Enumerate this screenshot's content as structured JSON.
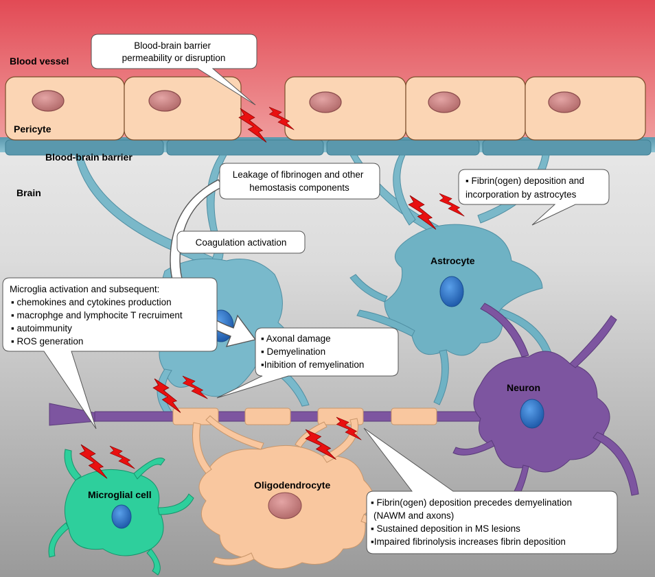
{
  "labels": {
    "blood_vessel": "Blood vessel",
    "pericyte": "Pericyte",
    "bbb": "Blood-brain barrier",
    "brain": "Brain",
    "astrocyte": "Astrocyte",
    "neuron": "Neuron",
    "microglial_cell": "Microglial cell",
    "oligodendrocyte": "Oligodendrocyte"
  },
  "callouts": {
    "bbb_disruption": [
      "Blood-brain barrier",
      "permeability or disruption"
    ],
    "leakage": [
      "Leakage of fibrinogen and other",
      "hemostasis components"
    ],
    "coagulation": "Coagulation activation",
    "astro_deposition": [
      "▪ Fibrin(ogen) deposition and",
      "incorporation by astrocytes"
    ],
    "microglia": [
      "Microglia activation and subsequent:",
      "▪ chemokines and cytokines production",
      "▪ macrophge and lymphocite T recruiment",
      "▪ autoimmunity",
      "▪ ROS generation"
    ],
    "axonal": [
      "▪ Axonal damage",
      "▪ Demyelination",
      "▪Inibition of remyelination"
    ],
    "ms_lesions": [
      "▪ Fibrin(ogen) deposition precedes demyelination",
      "(NAWM and axons)",
      "▪ Sustained deposition in MS lesions",
      "▪Impaired fibrinolysis increases fibrin deposition"
    ]
  },
  "colors": {
    "vessel": "#e57e80",
    "endothelial_cell": "#fbd5b4",
    "nucleus": "#c98080",
    "bbb": "#6ba8bc",
    "astrocyte": "#6fb2c4",
    "neuron": "#7d55a0",
    "microglia": "#2ecf9c",
    "oligodendrocyte": "#f9c79f",
    "cell_nucleus_blue": "#2a74c8",
    "bolt": "#e81010"
  }
}
